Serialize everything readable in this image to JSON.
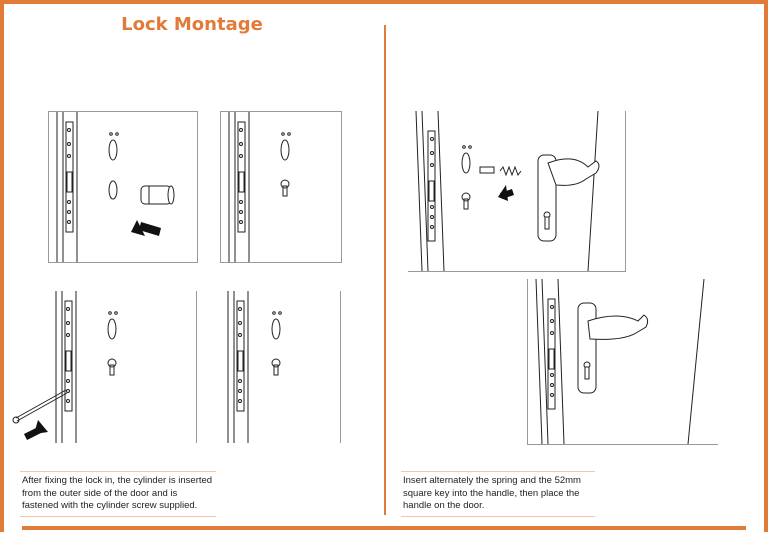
{
  "page": {
    "title": "Lock Montage",
    "accent_color": "#e07b39"
  },
  "left_caption": "After fixing the lock in, the cylinder is inserted from the outer side of the door and is fastened with the cylinder screw supplied.",
  "right_caption": "Insert alternately the spring and the 52mm square key into the handle, then place the handle on the door.",
  "illustrations": [
    {
      "id": "step-1",
      "icons": [
        "door-edge-icon",
        "cylinder-icon",
        "arrow-icon"
      ]
    },
    {
      "id": "step-2",
      "icons": [
        "door-edge-icon",
        "keyhole-icon"
      ]
    },
    {
      "id": "step-3",
      "icons": [
        "door-edge-icon",
        "screw-icon",
        "arrow-icon"
      ]
    },
    {
      "id": "step-4",
      "icons": [
        "door-edge-icon",
        "keyhole-icon"
      ]
    },
    {
      "id": "step-5",
      "icons": [
        "door-edge-icon",
        "spring-icon",
        "square-key-icon",
        "handle-icon",
        "arrow-icon"
      ]
    },
    {
      "id": "step-6",
      "icons": [
        "door-edge-icon",
        "handle-icon"
      ]
    }
  ]
}
